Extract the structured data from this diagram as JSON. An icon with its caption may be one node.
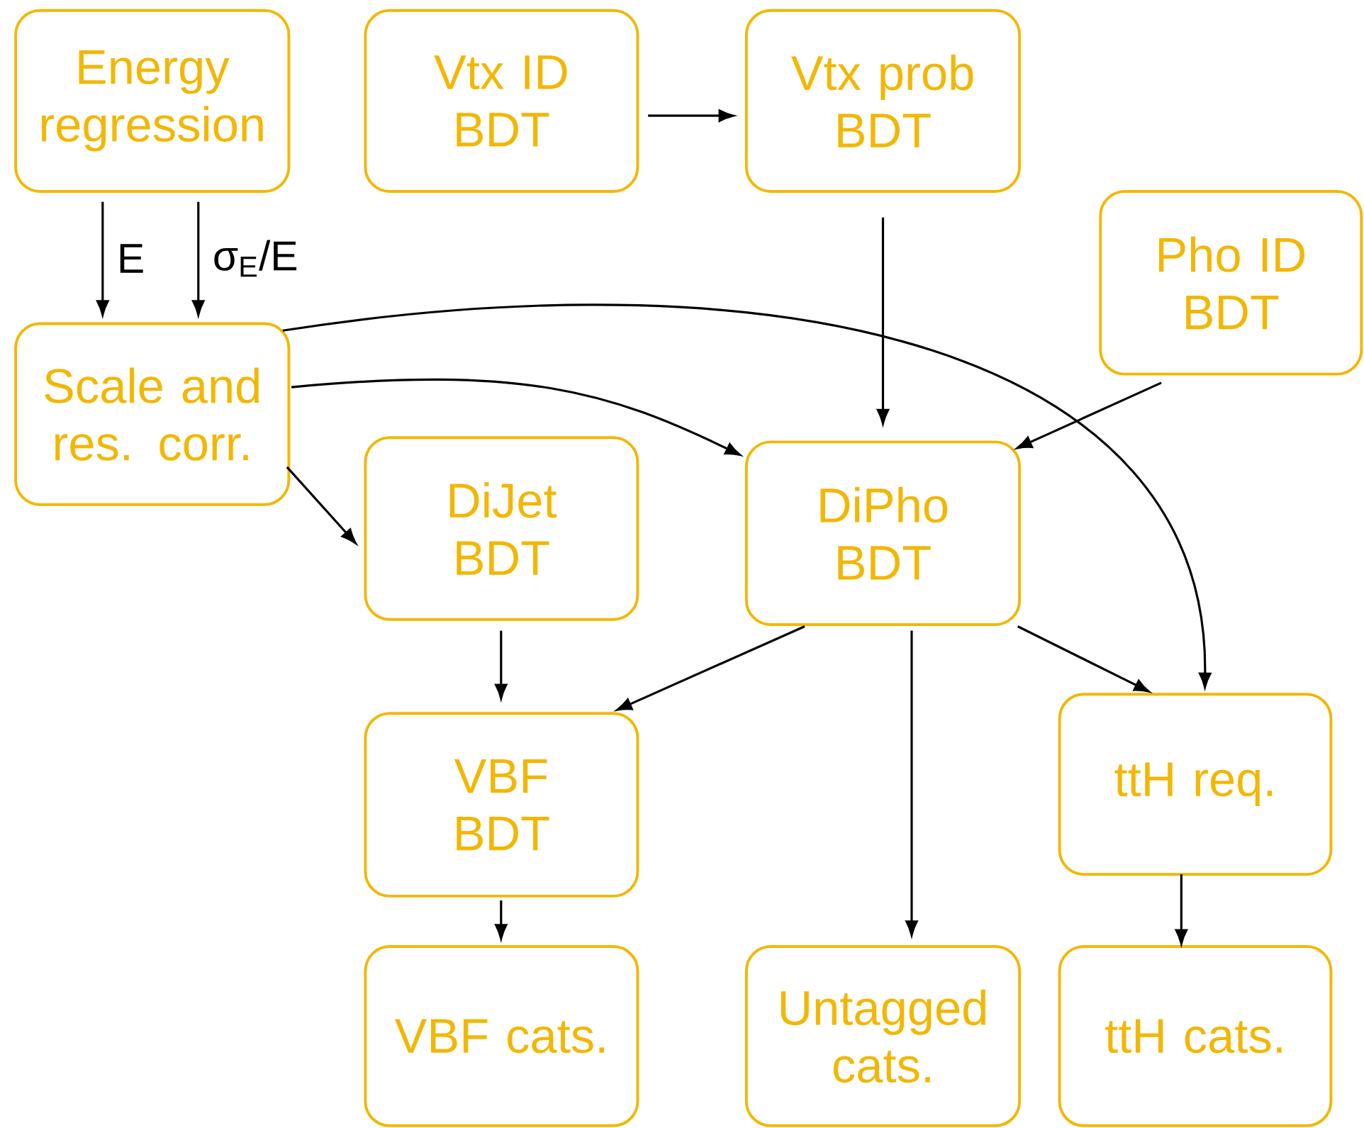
{
  "diagram": {
    "nodes": [
      {
        "text": [
          "Energy regression"
        ]
      },
      {
        "text": [
          "Vtx ID BDT"
        ]
      },
      {
        "text": [
          "Vtx prob BDT"
        ]
      },
      {
        "text": [
          "Pho ID BDT"
        ]
      },
      {
        "text": [
          "Scale and res. corr."
        ]
      },
      {
        "text": [
          "DiJet BDT"
        ]
      },
      {
        "text": [
          "DiPho BDT"
        ]
      },
      {
        "text": [
          "VBF BDT"
        ]
      },
      {
        "text": [
          "ttH req."
        ]
      },
      {
        "text": [
          "VBF cats."
        ]
      },
      {
        "text": [
          "Untagged cats."
        ]
      },
      {
        "text": [
          "ttH cats."
        ]
      }
    ],
    "edges": [
      {
        "from": 0,
        "to": 4,
        "arrow": "to",
        "label": "E"
      },
      {
        "from": 0,
        "to": 4,
        "arrow": "to",
        "label": "σ$_{E}$/E"
      },
      {
        "from": 1,
        "to": 2,
        "arrow": "to"
      },
      {
        "from": 2,
        "to": 6,
        "arrow": "to"
      },
      {
        "from": 3,
        "to": 6,
        "arrow": "to"
      },
      {
        "from": 4,
        "to": 6,
        "arrow": "to"
      },
      {
        "from": 4,
        "to": 8,
        "arrow": "to"
      },
      {
        "from": 4,
        "to": 5,
        "arrow": "to"
      },
      {
        "from": 5,
        "to": 7,
        "arrow": "to"
      },
      {
        "from": 6,
        "to": 7,
        "arrow": "to"
      },
      {
        "from": 6,
        "to": 10,
        "arrow": "to"
      },
      {
        "from": 6,
        "to": 8,
        "arrow": "to"
      },
      {
        "from": 7,
        "to": 9,
        "arrow": "to"
      },
      {
        "from": 8,
        "to": 11,
        "arrow": "to"
      }
    ]
  }
}
